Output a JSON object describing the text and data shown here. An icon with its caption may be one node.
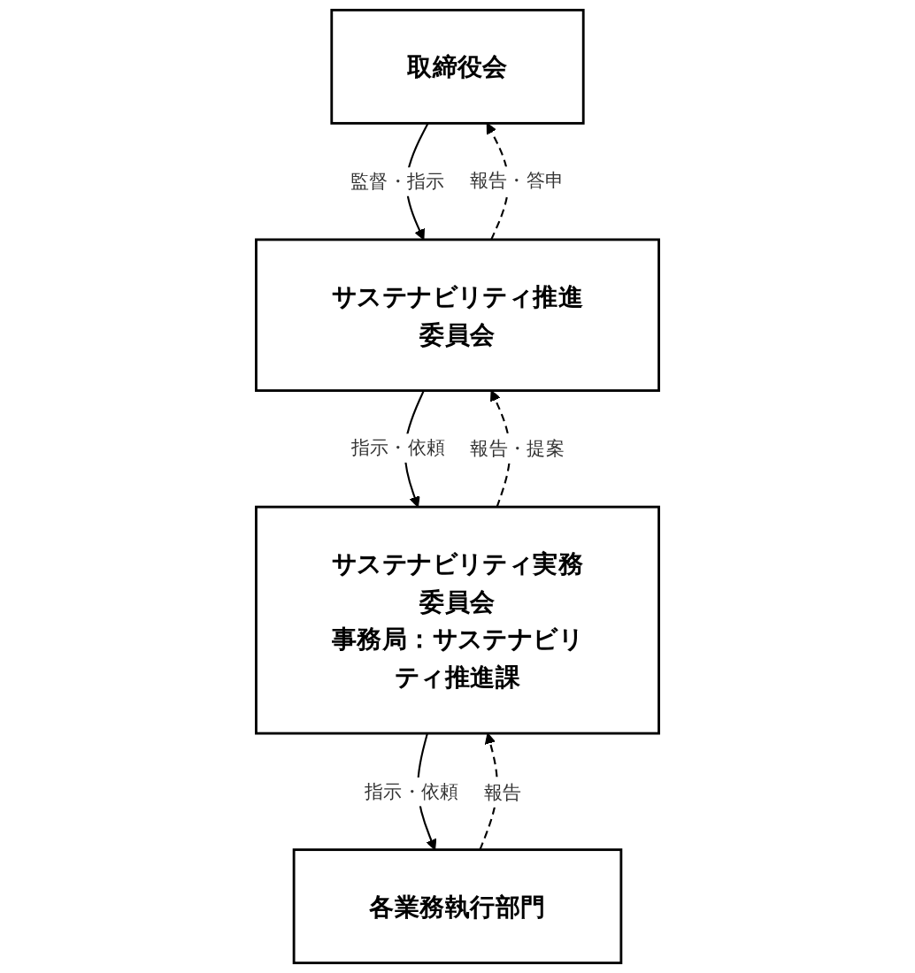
{
  "diagram": {
    "nodes": [
      {
        "text": [
          "取締役会"
        ]
      },
      {
        "text": [
          "サステナビリティ推進委員会"
        ]
      },
      {
        "text": [
          "サステナビリティ実務委員会",
          "事務局：サステナビリティ推進課"
        ]
      },
      {
        "text": [
          "各業務執行部門"
        ]
      }
    ],
    "edges": [
      {
        "from": 0,
        "to": 1,
        "arrow": "to",
        "label": "監督・指示"
      },
      {
        "from": 1,
        "to": 0,
        "arrow": "to",
        "label": "報告・答申",
        "style": "dashed"
      },
      {
        "from": 1,
        "to": 2,
        "arrow": "to",
        "label": "指示・依頼"
      },
      {
        "from": 2,
        "to": 1,
        "arrow": "to",
        "label": "報告・提案",
        "style": "dashed"
      },
      {
        "from": 2,
        "to": 3,
        "arrow": "to",
        "label": "指示・依頼"
      },
      {
        "from": 3,
        "to": 2,
        "arrow": "to",
        "label": "報告",
        "style": "dashed"
      }
    ]
  }
}
